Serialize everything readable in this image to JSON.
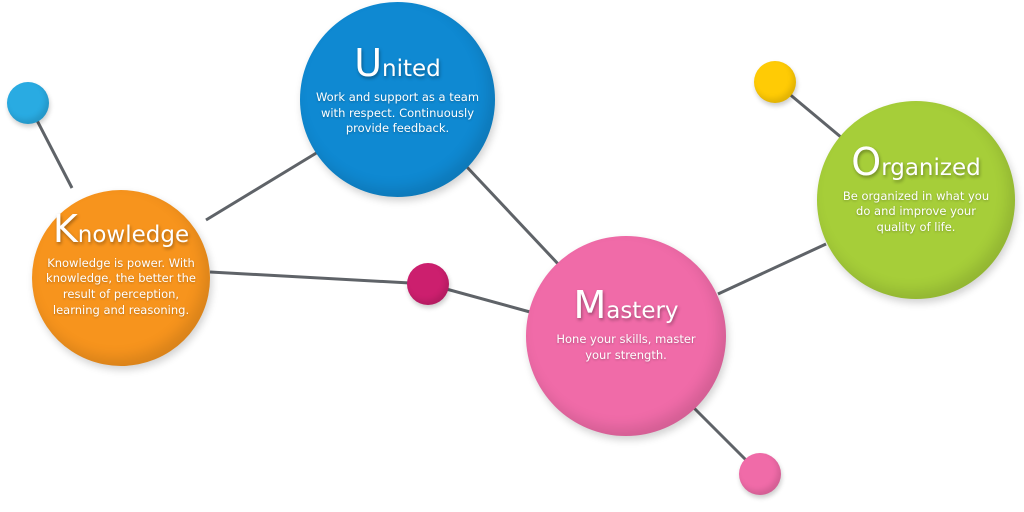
{
  "diagram": {
    "title": "Core Values",
    "nodes": [
      {
        "id": "knowledge",
        "initial": "K",
        "rest": "nowledge",
        "description": "Knowledge is power. With knowledge, the better the result of perception, learning and reasoning.",
        "color": "#F7941D"
      },
      {
        "id": "united",
        "initial": "U",
        "rest": "nited",
        "description": "Work and support as a team with respect. Continuously provide feedback.",
        "color": "#0F89D2"
      },
      {
        "id": "mastery",
        "initial": "M",
        "rest": "astery",
        "description": "Hone your skills, master your strength.",
        "color": "#F06BA8"
      },
      {
        "id": "organized",
        "initial": "O",
        "rest": "rganized",
        "description": "Be organized in what you do and improve your quality of life.",
        "color": "#A6CE39"
      }
    ],
    "dots": [
      {
        "id": "blue-dot",
        "color": "#29ABE2"
      },
      {
        "id": "magenta-dot",
        "color": "#CC1F6E"
      },
      {
        "id": "yellow-dot",
        "color": "#FFCB05"
      },
      {
        "id": "pink-dot",
        "color": "#F06BA8"
      }
    ],
    "connections": [
      [
        "blue-dot",
        "knowledge"
      ],
      [
        "knowledge",
        "united"
      ],
      [
        "knowledge",
        "magenta-dot"
      ],
      [
        "magenta-dot",
        "mastery"
      ],
      [
        "united",
        "mastery"
      ],
      [
        "mastery",
        "organized"
      ],
      [
        "yellow-dot",
        "organized"
      ],
      [
        "mastery",
        "pink-dot"
      ]
    ],
    "line_color": "#5F6368"
  }
}
